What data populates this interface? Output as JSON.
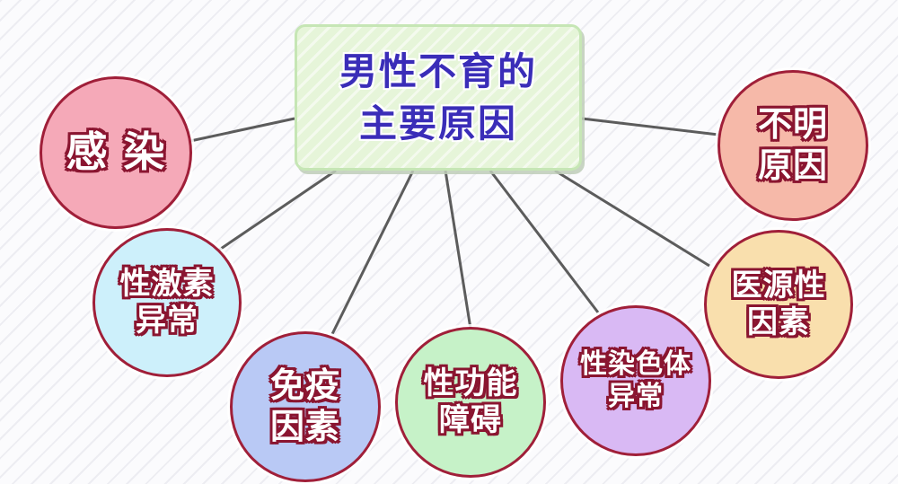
{
  "center": {
    "lines": [
      "男性不育的",
      "主要原因"
    ],
    "text_color": "#3a2db8",
    "fill": "#e6f5d9"
  },
  "nodes": [
    {
      "id": "infection",
      "lines": [
        "感 染"
      ],
      "fill": "#f5a9b8"
    },
    {
      "id": "unknown",
      "lines": [
        "不明",
        "原因"
      ],
      "fill": "#f6b9a9"
    },
    {
      "id": "hormone",
      "lines": [
        "性激素",
        "异常"
      ],
      "fill": "#cdf0fb"
    },
    {
      "id": "iatrogenic",
      "lines": [
        "医源性",
        "因素"
      ],
      "fill": "#f9dfad"
    },
    {
      "id": "immune",
      "lines": [
        "免疫",
        "因素"
      ],
      "fill": "#b9c9f5"
    },
    {
      "id": "sexual-dysfunction",
      "lines": [
        "性功能",
        "障碍"
      ],
      "fill": "#c6f2c8"
    },
    {
      "id": "chromosome",
      "lines": [
        "性染色体",
        "异常"
      ],
      "fill": "#d9b9f4"
    }
  ],
  "colors": {
    "outline": "#a01f39",
    "connector": "#5c5c5c"
  }
}
